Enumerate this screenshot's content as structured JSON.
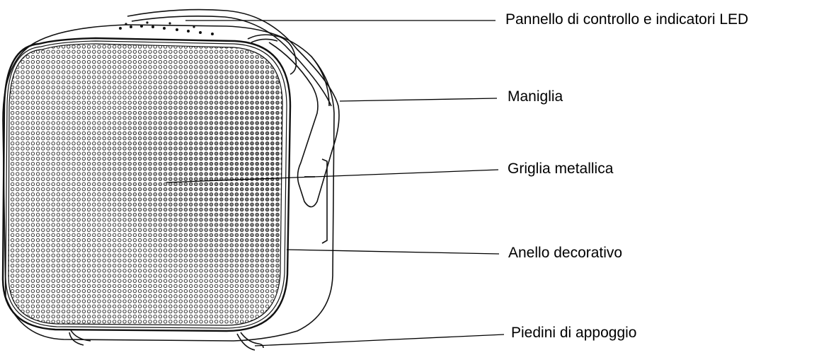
{
  "diagram": {
    "callouts": [
      {
        "label": "Pannello di controllo e indicatori LED"
      },
      {
        "label": "Maniglia"
      },
      {
        "label": "Griglia metallica"
      },
      {
        "label": "Anello decorativo"
      },
      {
        "label": "Piedini di appoggio"
      }
    ]
  }
}
